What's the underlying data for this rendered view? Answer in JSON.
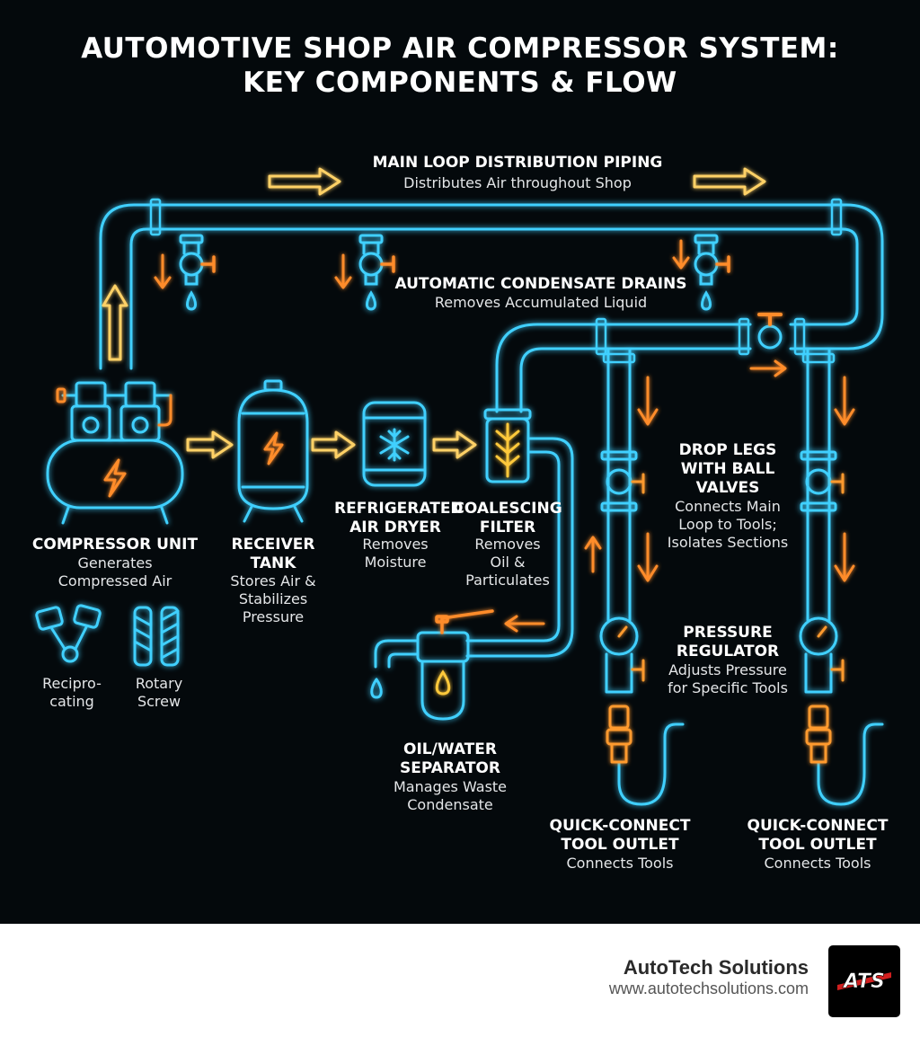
{
  "title": {
    "line1": "AUTOMOTIVE SHOP AIR COMPRESSOR SYSTEM:",
    "line2": "KEY COMPONENTS & FLOW"
  },
  "main_loop": {
    "heading": "MAIN LOOP DISTRIBUTION PIPING",
    "desc": "Distributes Air throughout Shop"
  },
  "drains": {
    "heading": "AUTOMATIC CONDENSATE DRAINS",
    "desc": "Removes Accumulated Liquid"
  },
  "compressor": {
    "heading": "COMPRESSOR UNIT",
    "desc": "Generates\nCompressed Air",
    "types": [
      "Recipro-\ncating",
      "Rotary\nScrew"
    ]
  },
  "receiver": {
    "heading": "RECEIVER\nTANK",
    "desc": "Stores Air &\nStabilizes\nPressure"
  },
  "dryer": {
    "heading": "REFRIGERATED\nAIR DRYER",
    "desc": "Removes\nMoisture"
  },
  "filter": {
    "heading": "COALESCING\nFILTER",
    "desc": "Removes\nOil &\nParticulates"
  },
  "separator": {
    "heading": "OIL/WATER\nSEPARATOR",
    "desc": "Manages Waste\nCondensate"
  },
  "drop_legs": {
    "heading": "DROP LEGS\nWITH BALL\nVALVES",
    "desc": "Connects Main\nLoop to Tools;\nIsolates Sections"
  },
  "regulator": {
    "heading": "PRESSURE\nREGULATOR",
    "desc": "Adjusts Pressure\nfor Specific Tools"
  },
  "outlets": [
    {
      "heading": "QUICK-CONNECT\nTOOL OUTLET",
      "desc": "Connects Tools"
    },
    {
      "heading": "QUICK-CONNECT\nTOOL OUTLET",
      "desc": "Connects Tools"
    }
  ],
  "footer": {
    "company": "AutoTech Solutions",
    "url": "www.autotechsolutions.com",
    "logo_text": "ATS"
  },
  "colors": {
    "background": "#04090c",
    "pipe": "#3fd0ff",
    "arrow_yellow": "#ffd166",
    "arrow_orange": "#ff8c2a",
    "accent_yellow": "#ffc93a"
  }
}
